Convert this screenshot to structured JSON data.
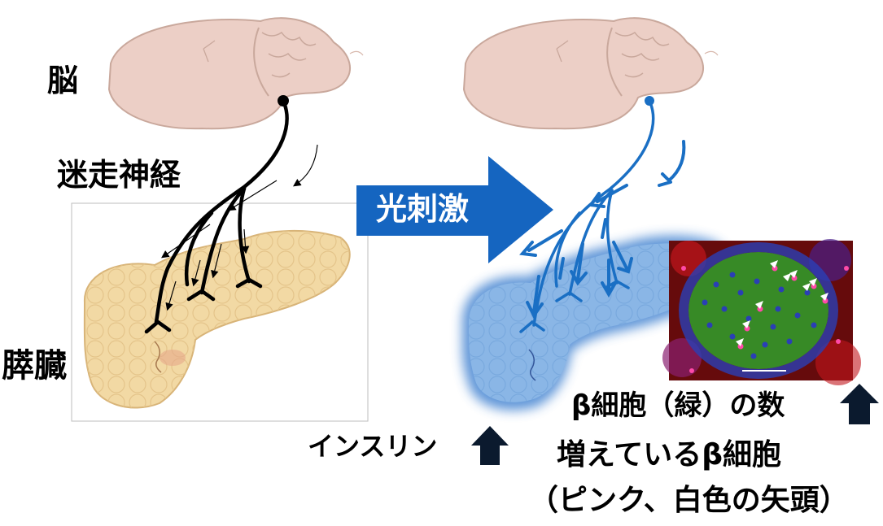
{
  "labels": {
    "brain": "脳",
    "vagus_nerve": "迷走神経",
    "pancreas": "膵臓",
    "stimulation": "光刺激",
    "insulin": "インスリン",
    "beta_cells_count": "β細胞（緑）の数",
    "increasing_beta_cells": "増えているβ細胞",
    "arrowhead_note": "（ピンク、白色の矢頭）"
  },
  "colors": {
    "brain_fill": "#eccfc6",
    "brain_stroke": "#c9a89c",
    "nerve_black": "#000000",
    "nerve_blue": "#1a6fc4",
    "pancreas_fill": "#f2d9a4",
    "pancreas_blue": "#5b95d6",
    "stim_arrow": "#1565c0",
    "islet_green": "#36c83a",
    "islet_red": "#d42020",
    "islet_blue": "#2a3fb5"
  },
  "icons": [
    "up-arrow-icon",
    "arrowhead-icon"
  ]
}
